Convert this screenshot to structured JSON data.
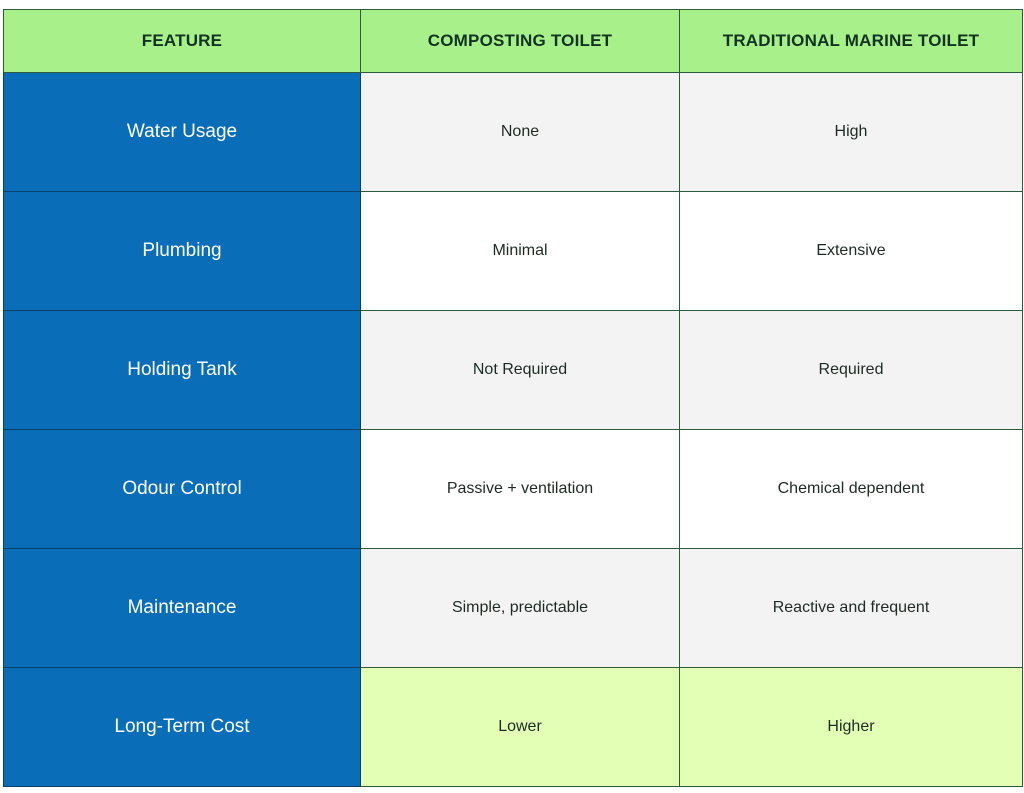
{
  "table": {
    "headers": [
      "FEATURE",
      "COMPOSTING TOILET",
      "TRADITIONAL MARINE TOILET"
    ],
    "rows": [
      {
        "feature": "Water Usage",
        "composting": "None",
        "marine": "High"
      },
      {
        "feature": "Plumbing",
        "composting": "Minimal",
        "marine": "Extensive"
      },
      {
        "feature": "Holding Tank",
        "composting": "Not Required",
        "marine": "Required"
      },
      {
        "feature": "Odour Control",
        "composting": "Passive + ventilation",
        "marine": "Chemical dependent"
      },
      {
        "feature": "Maintenance",
        "composting": "Simple, predictable",
        "marine": "Reactive and frequent"
      },
      {
        "feature": "Long-Term Cost",
        "composting": "Lower",
        "marine": "Higher"
      }
    ]
  },
  "colors": {
    "header_bg": "#a8f08a",
    "feature_bg": "#0a6db8",
    "row_shade": "#f3f3f3",
    "row_plain": "#ffffff",
    "highlight_bg": "#e2ffb5",
    "border": "#2d5a3a"
  }
}
